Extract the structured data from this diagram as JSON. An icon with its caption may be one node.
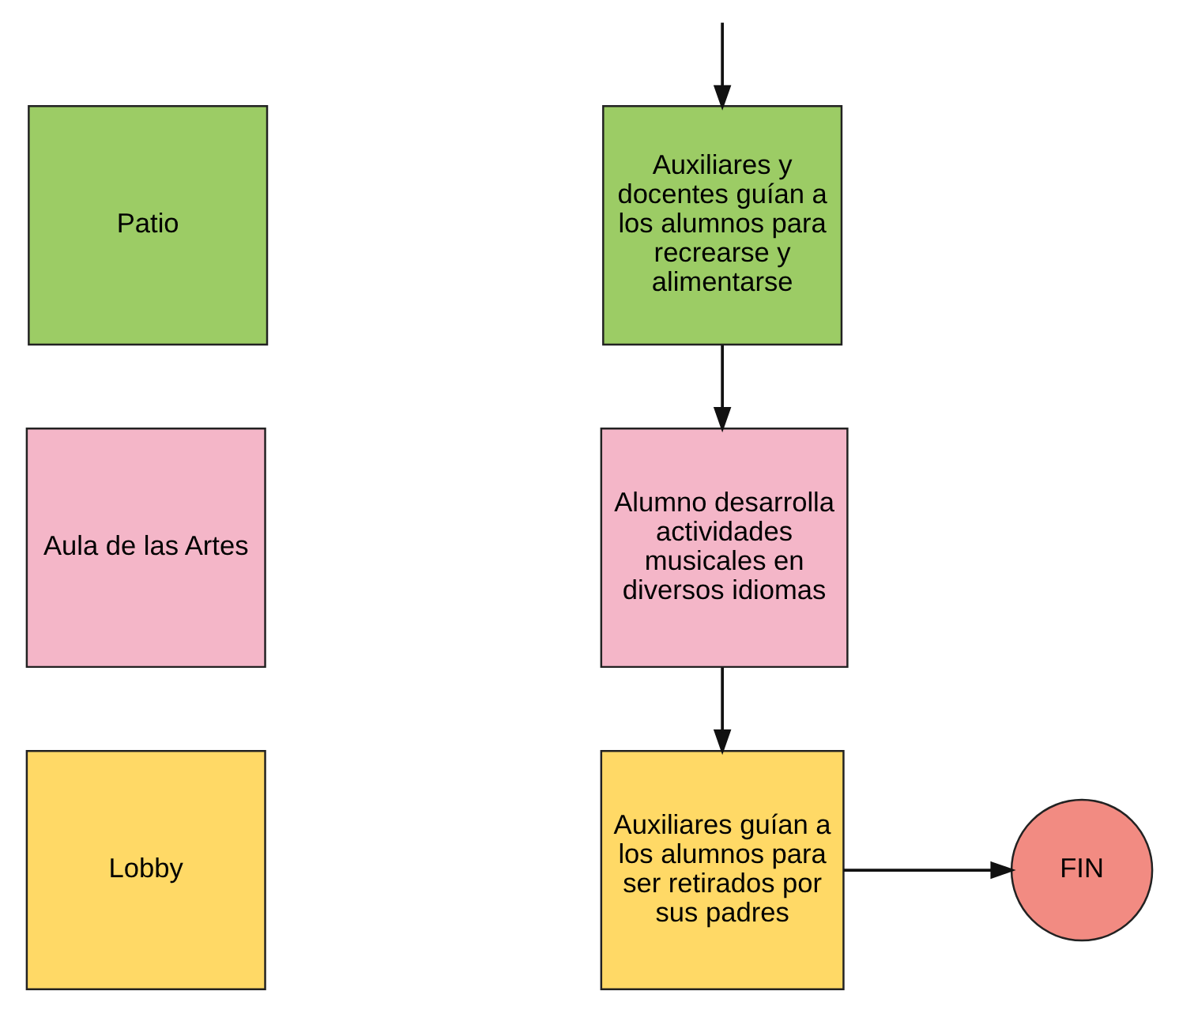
{
  "diagram": {
    "nodes": [
      {
        "text": [
          "Patio"
        ]
      },
      {
        "text": [
          "Auxiliares y docentes guían a los alumnos para recrearse y alimentarse"
        ]
      },
      {
        "text": [
          "Aula de las Artes"
        ]
      },
      {
        "text": [
          "Alumno desarrolla actividades musicales en diversos idiomas"
        ]
      },
      {
        "text": [
          "Lobby"
        ]
      },
      {
        "text": [
          "Auxiliares guían a los alumnos para ser retirados por sus padres"
        ]
      },
      {
        "text": [
          "FIN"
        ]
      }
    ],
    "edges": [
      {
        "from": null,
        "to": 1,
        "arrow": "to"
      },
      {
        "from": 1,
        "to": 3,
        "arrow": "to"
      },
      {
        "from": 3,
        "to": 5,
        "arrow": "to"
      },
      {
        "from": 5,
        "to": 6,
        "arrow": "to"
      }
    ]
  }
}
